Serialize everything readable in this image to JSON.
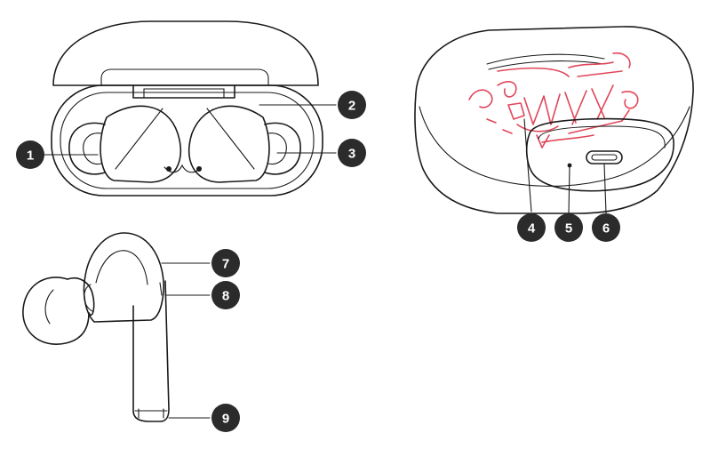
{
  "colors": {
    "ink": "#1a1a1a",
    "badge": "#2b2b2b",
    "graffiti": "#e0465a"
  },
  "callouts": [
    {
      "id": "callout-1",
      "label": "1"
    },
    {
      "id": "callout-2",
      "label": "2"
    },
    {
      "id": "callout-3",
      "label": "3"
    },
    {
      "id": "callout-4",
      "label": "4"
    },
    {
      "id": "callout-5",
      "label": "5"
    },
    {
      "id": "callout-6",
      "label": "6"
    },
    {
      "id": "callout-7",
      "label": "7"
    },
    {
      "id": "callout-8",
      "label": "8"
    },
    {
      "id": "callout-9",
      "label": "9"
    }
  ]
}
